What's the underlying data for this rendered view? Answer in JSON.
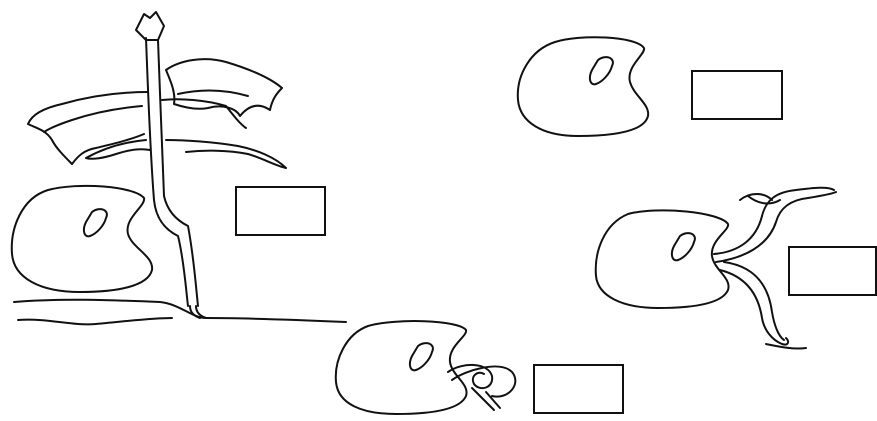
{
  "figure": {
    "stroke_color": "#111111",
    "background_color": "#ffffff",
    "stages": [
      {
        "id": "seed",
        "icon": "bean-seed-icon",
        "box_value": ""
      },
      {
        "id": "germinating-seed",
        "icon": "germinating-seed-icon",
        "box_value": ""
      },
      {
        "id": "young-seedling",
        "icon": "young-seedling-icon",
        "box_value": ""
      },
      {
        "id": "mature-seedling",
        "icon": "mature-seedling-icon",
        "box_value": ""
      }
    ]
  }
}
